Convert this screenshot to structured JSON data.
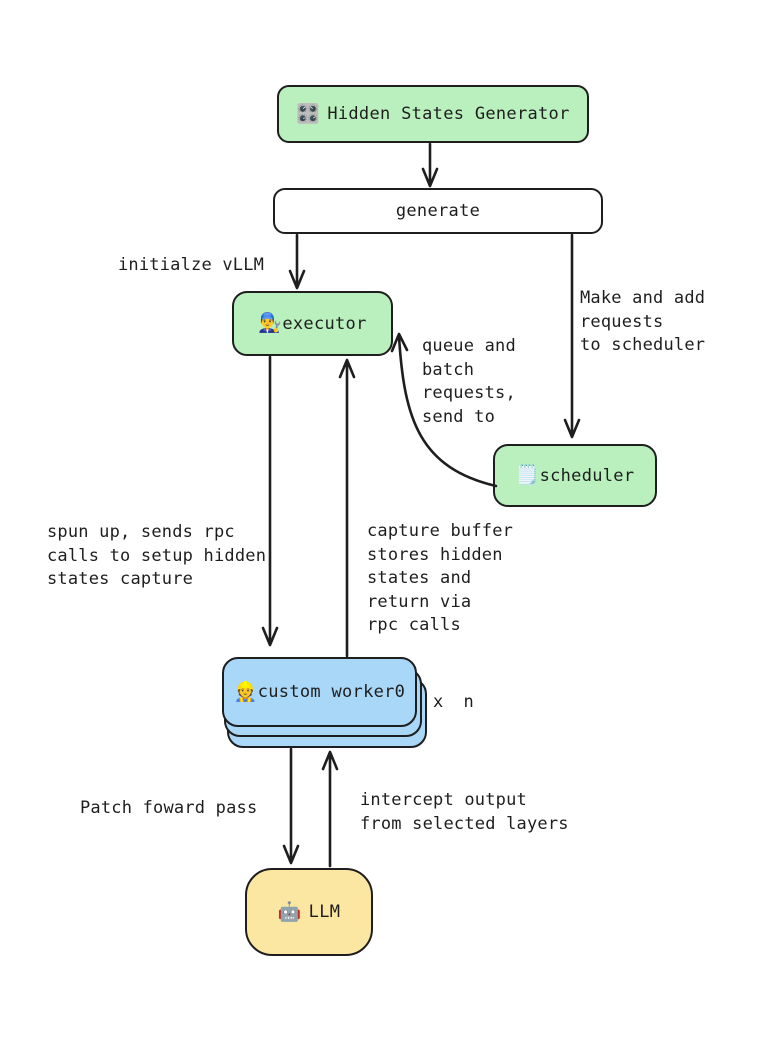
{
  "diagram": {
    "nodes": {
      "generator": {
        "icon": "🎛️",
        "icon_name": "control-knobs-icon",
        "label": "Hidden States Generator"
      },
      "generate": {
        "label": "generate"
      },
      "executor": {
        "icon": "👨‍🔧",
        "icon_name": "mechanic-icon",
        "label": "executor"
      },
      "scheduler": {
        "icon": "🗒️",
        "icon_name": "spiral-notepad-icon",
        "label": "scheduler"
      },
      "worker": {
        "icon": "👷",
        "icon_name": "construction-worker-icon",
        "label": "custom worker0",
        "multiplier": "x n"
      },
      "llm": {
        "icon": "🤖",
        "icon_name": "robot-icon",
        "label": "LLM"
      }
    },
    "annotations": {
      "initialize": "initialze vLLM",
      "make_requests": "Make and add\nrequests\nto scheduler",
      "queue_batch": "queue and\nbatch\nrequests,\nsend to",
      "spun_up": "spun up, sends rpc\ncalls to setup hidden\nstates capture",
      "capture_buffer": "capture buffer\nstores hidden\nstates and\nreturn via\nrpc calls",
      "patch_forward": "Patch foward pass",
      "intercept": "intercept output\nfrom selected layers"
    },
    "colors": {
      "green": "#b9f0bd",
      "blue": "#a9d7f7",
      "yellow": "#fbe7a1",
      "white": "#ffffff",
      "stroke": "#1e1e1e",
      "bg": "#ffffff"
    }
  }
}
